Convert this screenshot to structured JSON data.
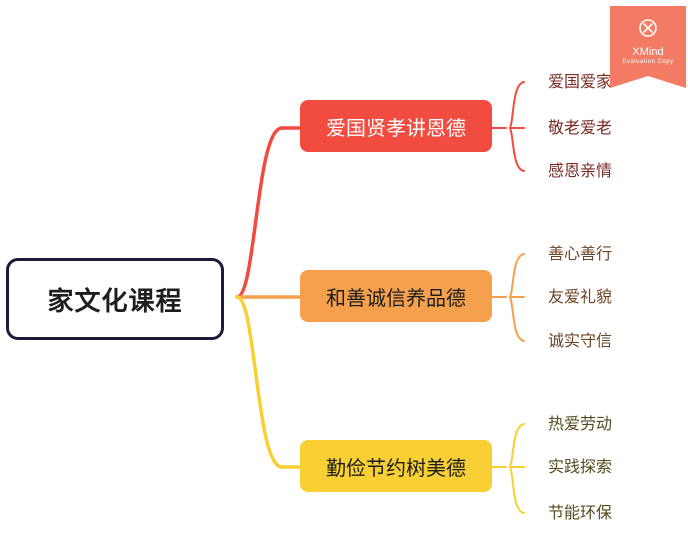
{
  "root": {
    "label": "家文化课程"
  },
  "branches": [
    {
      "label": "爱国贤孝讲恩德",
      "color": "#f24b3f",
      "children": [
        "爱国爱家",
        "敬老爱老",
        "感恩亲情"
      ]
    },
    {
      "label": "和善诚信养品德",
      "color": "#f5a04c",
      "children": [
        "善心善行",
        "友爱礼貌",
        "诚实守信"
      ]
    },
    {
      "label": "勤俭节约树美德",
      "color": "#f8d033",
      "children": [
        "热爱劳动",
        "实践探索",
        "节能环保"
      ]
    }
  ],
  "watermark": {
    "brand": "XMind",
    "subtitle": "Evaluation Copy",
    "color": "#f47b63",
    "icon": "xmind-logo-icon"
  }
}
